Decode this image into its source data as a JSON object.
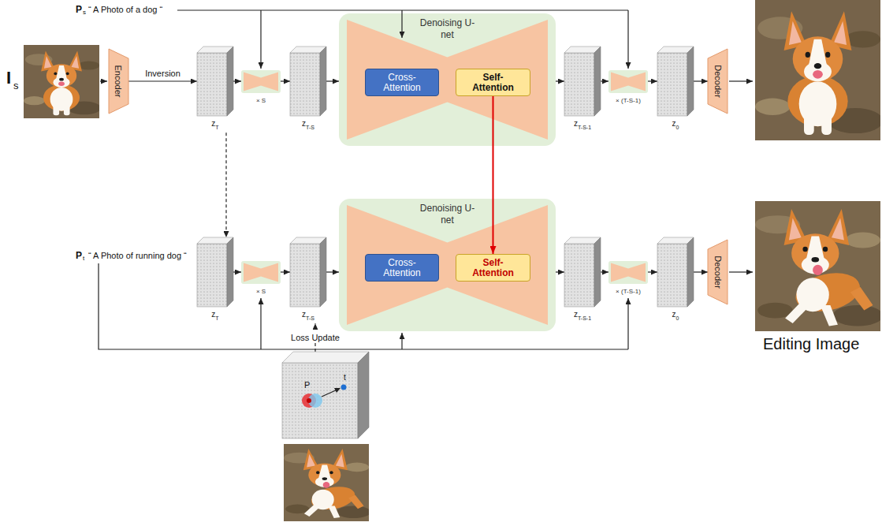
{
  "diagram": {
    "nodes": [
      {
        "text": [
          "Encoder"
        ]
      },
      {
        "text": [
          "z",
          "T"
        ]
      },
      {
        "text": [
          "× S"
        ]
      },
      {
        "text": [
          "z",
          "T-S"
        ]
      },
      {
        "text": [
          "Denoising U-net"
        ]
      },
      {
        "text": [
          "Cross-Attention"
        ],
        "in": 4
      },
      {
        "text": [
          "Self-Attention"
        ],
        "in": 4
      },
      {
        "text": [
          "z",
          "T-S-1"
        ]
      },
      {
        "text": [
          "× (T-S-1)"
        ]
      },
      {
        "text": [
          "z",
          "0"
        ]
      },
      {
        "text": [
          "Decoder"
        ]
      },
      {
        "text": [
          "z",
          "T"
        ]
      },
      {
        "text": [
          "× S"
        ]
      },
      {
        "text": [
          "z",
          "T-S"
        ]
      },
      {
        "text": [
          "Denoising U-net"
        ]
      },
      {
        "text": [
          "Cross-Attention"
        ],
        "in": 14
      },
      {
        "text": [
          "Self-Attention"
        ],
        "in": 14
      },
      {
        "text": [
          "z",
          "T-S-1"
        ]
      },
      {
        "text": [
          "× (T-S-1)"
        ]
      },
      {
        "text": [
          "z",
          "0"
        ]
      },
      {
        "text": [
          "Decoder"
        ]
      },
      {
        "text": [
          "P",
          "t"
        ]
      }
    ],
    "edges": [
      {
        "from": 0,
        "to": 1,
        "arrow": "to",
        "label": "Inversion"
      },
      {
        "from": 1,
        "to": 2,
        "arrow": "to"
      },
      {
        "from": 2,
        "to": 3,
        "arrow": "to"
      },
      {
        "from": 3,
        "to": 4,
        "arrow": "to"
      },
      {
        "from": 4,
        "to": 7,
        "arrow": "to"
      },
      {
        "from": 7,
        "to": 8,
        "arrow": "to"
      },
      {
        "from": 8,
        "to": 9,
        "arrow": "to"
      },
      {
        "from": 9,
        "to": 10,
        "arrow": "to"
      },
      {
        "from": 1,
        "to": 11,
        "arrow": "to"
      },
      {
        "from": 6,
        "to": 16,
        "arrow": "to"
      },
      {
        "from": 11,
        "to": 12,
        "arrow": "to"
      },
      {
        "from": 12,
        "to": 13,
        "arrow": "to"
      },
      {
        "from": 13,
        "to": 14,
        "arrow": "to"
      },
      {
        "from": 14,
        "to": 17,
        "arrow": "to"
      },
      {
        "from": 17,
        "to": 18,
        "arrow": "to"
      },
      {
        "from": 18,
        "to": 19,
        "arrow": "to"
      },
      {
        "from": 19,
        "to": 20,
        "arrow": "to"
      },
      {
        "from": 21,
        "to": 13,
        "arrow": "to",
        "label": "Loss Update"
      }
    ],
    "labels": [
      "I",
      "s",
      "P",
      "s",
      "“ A Photo of a dog “",
      "P",
      "t",
      "“ A Photo of running dog “",
      "Editing Image"
    ]
  }
}
